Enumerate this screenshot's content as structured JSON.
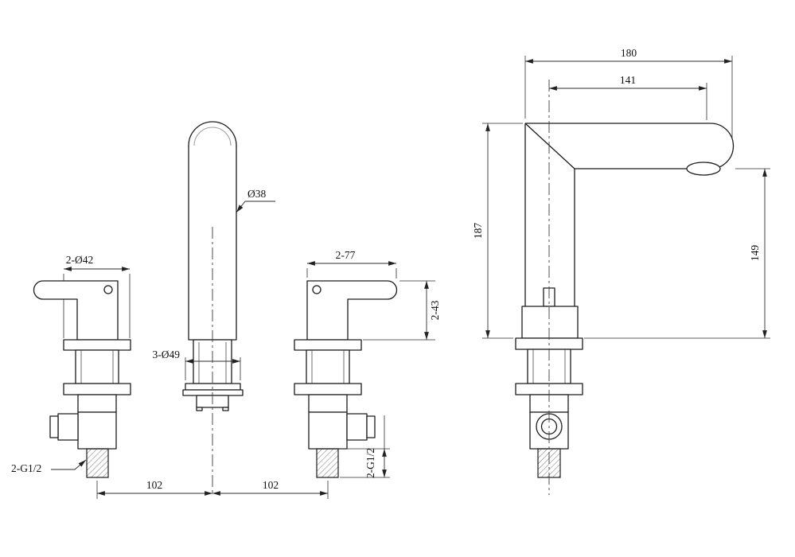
{
  "front_view": {
    "handle_escutcheon_diameter": "2-Ø42",
    "spout_diameter": "Ø38",
    "handle_length": "2-77",
    "handle_height": "2-43",
    "base_escutcheon_diameter": "3-Ø49",
    "left_inlet_thread": "2-G1/2",
    "right_inlet_thread": "2-G1/2",
    "left_hole_spacing": "102",
    "right_hole_spacing": "102"
  },
  "side_view": {
    "overall_depth": "180",
    "spout_reach": "141",
    "spout_height": "187",
    "outlet_height": "149"
  }
}
